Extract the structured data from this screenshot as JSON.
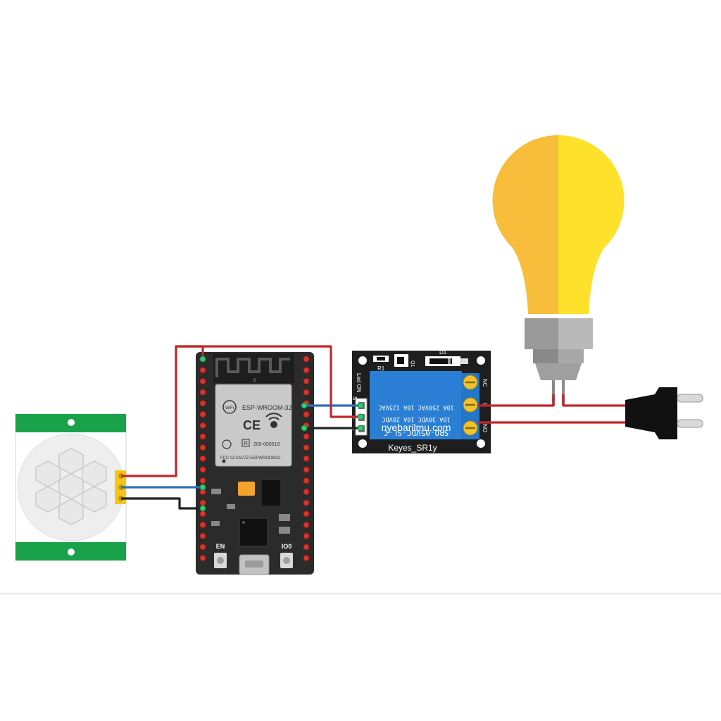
{
  "esp32": {
    "module_name": "ESP-WROOM-32",
    "fcc_text": "FCC ID:2AC7Z-ESPWROOM32",
    "cert_text": "205-000519",
    "antenna_label": "c",
    "en_label": "EN",
    "io0_label": "IO0",
    "wifi_mark": "WiFi",
    "ce_mark": "CE",
    "r_mark": "R"
  },
  "relay": {
    "model_text": "SRO-05VDC-SL-C",
    "rating_line_1": "10A 30VDC 10A 28VDC",
    "rating_line_2": "10A 250VAC 10A 125VAC",
    "watermark": "nyebarilmu.com",
    "board_name": "Keyes_SR1y",
    "d1_label": "D1",
    "r1_label": "R1",
    "q1_label": "Q1",
    "led_label": "Led ON",
    "pin_s": "S",
    "pin_plus": "+",
    "pin_minus": "-",
    "term_nc": "NC",
    "term_c": "C",
    "term_no": "NO"
  },
  "colors": {
    "wire_power": "#c0272d",
    "wire_signal": "#2f6fba",
    "wire_ground": "#222222",
    "board_dark": "#2b2b2b",
    "relay_blue": "#2a7fd4",
    "pir_green": "#19a24a",
    "bulb_left": "#f8be3b",
    "bulb_right": "#fde12b"
  }
}
